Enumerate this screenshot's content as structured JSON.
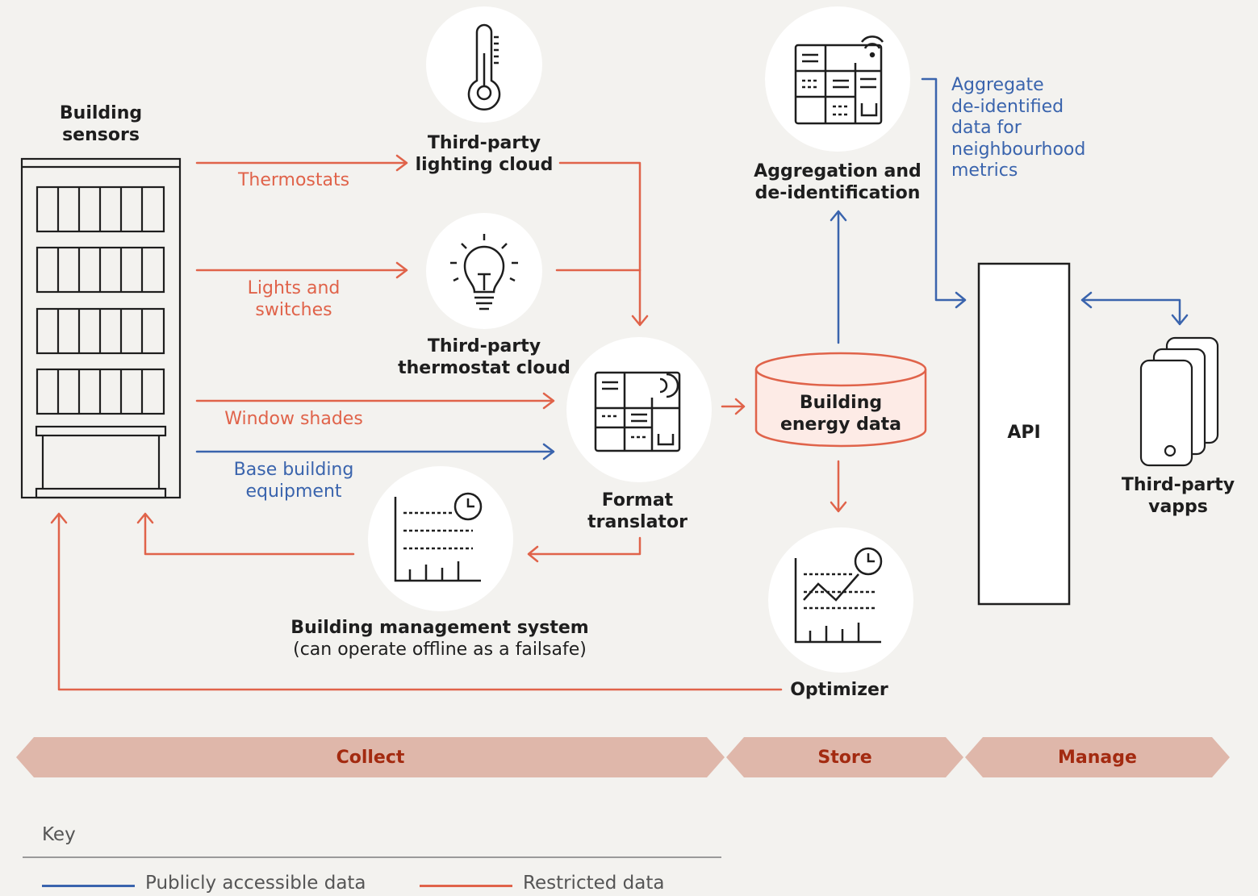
{
  "colors": {
    "restricted": "#e0634a",
    "public": "#3a64ad",
    "stage_fill": "#dfb7aa",
    "stage_text": "#a32a10",
    "background": "#f3f2ef"
  },
  "nodes": {
    "building_sensors": [
      "Building",
      "sensors"
    ],
    "lighting_cloud": [
      "Third-party",
      "lighting cloud"
    ],
    "thermostat_cloud": [
      "Third-party",
      "thermostat cloud"
    ],
    "format_translator": [
      "Format",
      "translator"
    ],
    "bms": [
      "Building management system",
      "(can operate offline as a failsafe)"
    ],
    "energy_data": [
      "Building",
      "energy data"
    ],
    "aggregation": [
      "Aggregation and",
      "de-identification"
    ],
    "optimizer": "Optimizer",
    "api": "API",
    "vapps": [
      "Third-party",
      "vapps"
    ]
  },
  "flows": {
    "thermostats": "Thermostats",
    "lights": [
      "Lights and",
      "switches"
    ],
    "window_shades": "Window shades",
    "base_equipment": [
      "Base building",
      "equipment"
    ],
    "aggregate_note": [
      "Aggregate",
      "de-identified",
      "data for",
      "neighbourhood",
      "metrics"
    ]
  },
  "stages": [
    "Collect",
    "Store",
    "Manage"
  ],
  "key": {
    "title": "Key",
    "items": [
      {
        "label": "Publicly accessible data",
        "color": "#3a64ad"
      },
      {
        "label": "Restricted data",
        "color": "#e0634a"
      }
    ]
  },
  "icons": [
    "building-icon",
    "thermometer-icon",
    "lightbulb-icon",
    "panel-wireless-icon",
    "chart-clock-icon",
    "database-icon",
    "api-server-icon",
    "phone-stack-icon"
  ]
}
